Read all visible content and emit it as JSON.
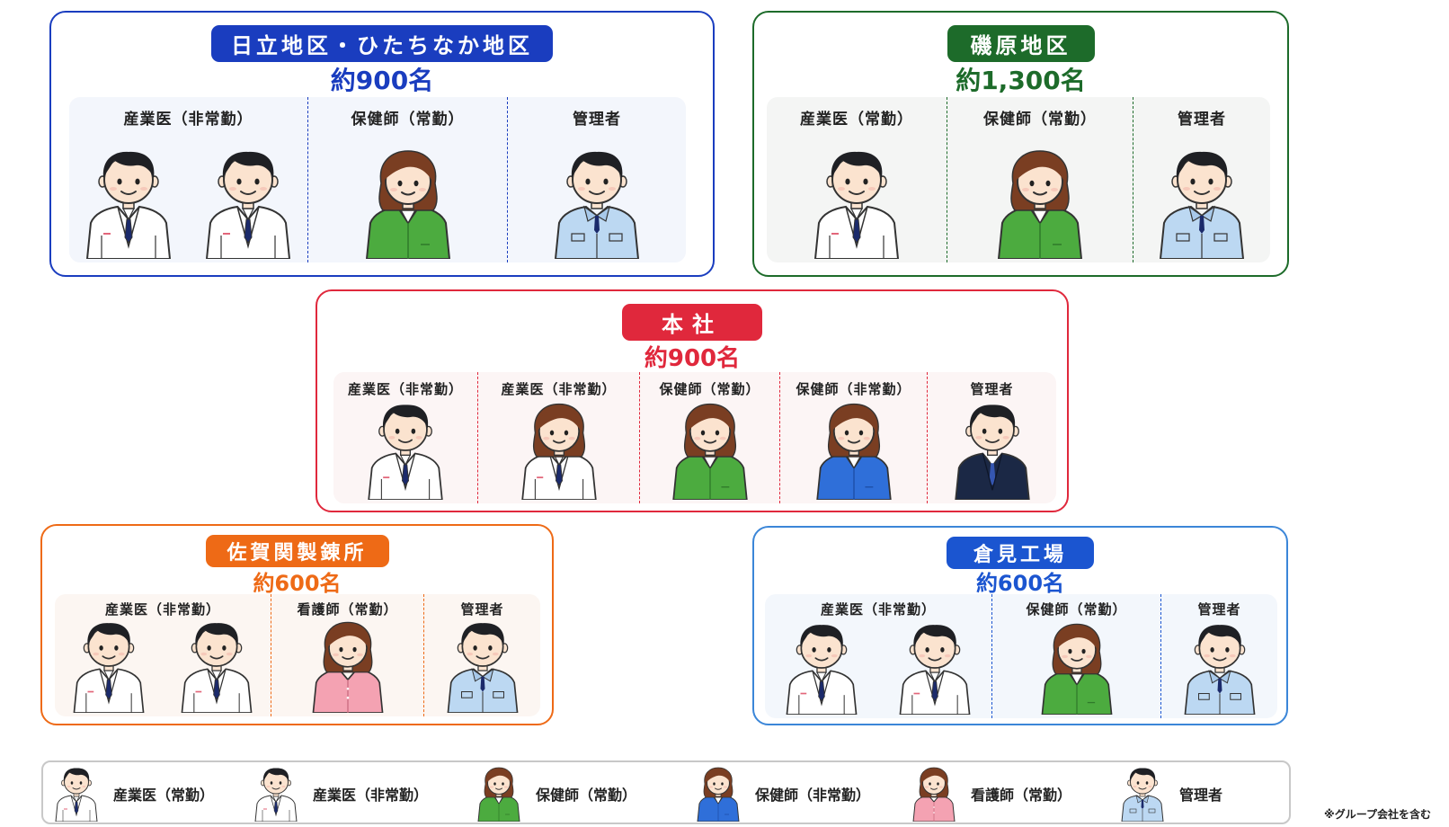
{
  "roles": {
    "doctor_full": "産業医（常勤）",
    "doctor_part": "産業医（非常勤）",
    "phn_full": "保健師（常勤）",
    "phn_part": "保健師（非常勤）",
    "nurse_full": "看護師（常勤）",
    "manager": "管理者"
  },
  "colors": {
    "hitachi": "#1a3dbf",
    "isohara": "#1d6b2a",
    "honsha": "#e0283c",
    "saganoseki": "#ee6a16",
    "kurami": "#1b55d0"
  },
  "sites": {
    "hitachi": {
      "title": "日立地区・ひたちなか地区",
      "count": "約900名"
    },
    "isohara": {
      "title": "磯原地区",
      "count": "約1,300名"
    },
    "honsha": {
      "title": "本社",
      "count": "約900名"
    },
    "saganoseki": {
      "title": "佐賀関製錬所",
      "count": "約600名"
    },
    "kurami": {
      "title": "倉見工場",
      "count": "約600名"
    }
  },
  "figure_icons": {
    "doctor": "doctor-icon",
    "female_doctor": "female-doctor-icon",
    "phn_full": "public-health-nurse-full-icon",
    "phn_part": "public-health-nurse-part-icon",
    "nurse": "nurse-icon",
    "manager": "manager-icon",
    "executive": "executive-icon"
  },
  "legend": {
    "doctor_full": "産業医（常勤）",
    "doctor_part": "産業医（非常勤）",
    "phn_full": "保健師（常勤）",
    "phn_part": "保健師（非常勤）",
    "nurse_full": "看護師（常勤）",
    "manager": "管理者"
  },
  "note": "※グループ会社を含む"
}
